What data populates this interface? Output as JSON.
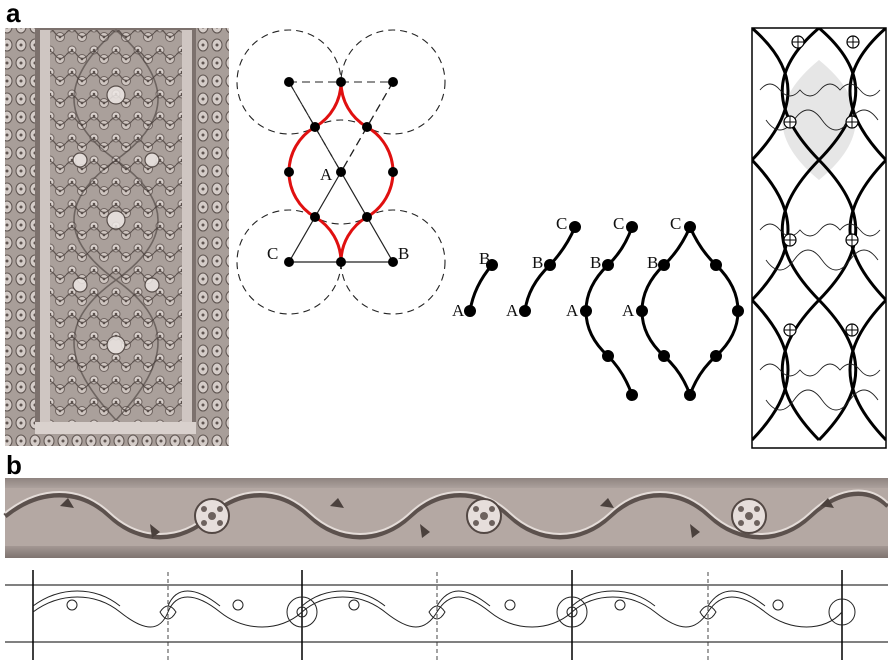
{
  "panels": {
    "a": "a",
    "b": "b"
  },
  "construction": {
    "labels": {
      "A": "A",
      "B": "B",
      "C": "C"
    },
    "accent_color": "#e01010",
    "circle_style": "dashed"
  },
  "steps": [
    {
      "labels": [
        "A",
        "B"
      ]
    },
    {
      "labels": [
        "A",
        "B",
        "C"
      ]
    },
    {
      "labels": [
        "A",
        "B",
        "C"
      ]
    },
    {
      "labels": [
        "A",
        "B",
        "C"
      ]
    }
  ],
  "images": {
    "carved_panel": "stucco-panel-photo",
    "pattern_drawing": "ogee-lattice-drawing",
    "frieze_photo": "carved-frieze-photo",
    "frieze_drawing": "frieze-line-drawing"
  }
}
